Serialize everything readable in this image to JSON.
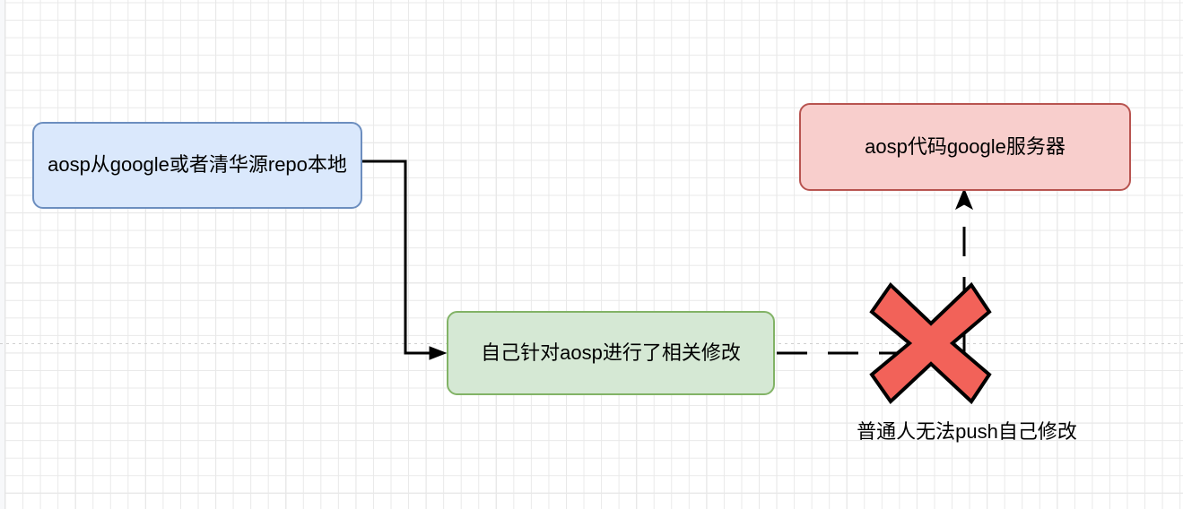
{
  "diagram": {
    "title_nodes": {
      "blue_box": {
        "label": "aosp从google或者清华源repo本地",
        "fill": "#dae8fc",
        "stroke": "#6c8ebf"
      },
      "green_box": {
        "label": "自己针对aosp进行了相关修改",
        "fill": "#d5e8d4",
        "stroke": "#82b366"
      },
      "red_box": {
        "label": "aosp代码google服务器",
        "fill": "#f8cecc",
        "stroke": "#b85450"
      }
    },
    "cross_mark": {
      "name": "red-x-mark",
      "fill": "#f26259",
      "stroke": "#000000",
      "caption": "普通人无法push自己修改"
    },
    "connectors": {
      "blue_to_green": {
        "style": "solid-elbow-arrow",
        "color": "#000000"
      },
      "green_to_cross": {
        "style": "dashed-line",
        "color": "#000000"
      },
      "cross_to_red": {
        "style": "dashed-arrow-up",
        "color": "#000000"
      }
    },
    "canvas": {
      "grid": "on",
      "grid_minor_color": "#e9e9e9",
      "grid_major_color": "#d4d4d4",
      "background": "#ffffff"
    }
  }
}
